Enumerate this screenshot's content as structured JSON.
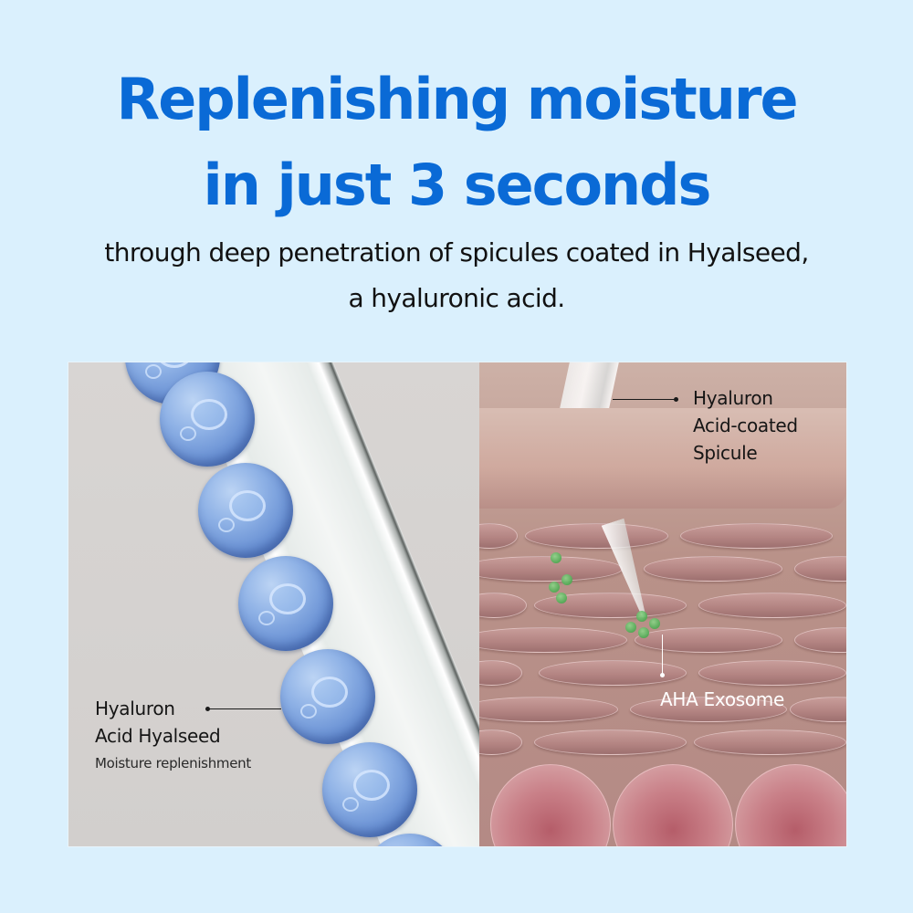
{
  "headline": {
    "line1": "Replenishing moisture",
    "line2": "in just 3 seconds",
    "color": "#0a6ad6"
  },
  "subheadline": {
    "line1": "through deep penetration of spicules coated in Hyalseed,",
    "line2": "a hyaluronic acid."
  },
  "figure": {
    "left_panel": {
      "label_title_line1": "Hyaluron",
      "label_title_line2": "Acid Hyalseed",
      "label_description": "Moisture replenishment",
      "bead_color": "#7a9fdc",
      "background_color": "#d5d2d0"
    },
    "right_panel": {
      "spicule_label_line1": "Hyaluron",
      "spicule_label_line2": "Acid-coated",
      "spicule_label_line3": "Spicule",
      "exosome_label": "AHA Exosome",
      "exosome_color": "#2f9a3a",
      "skin_color": "#b98f88"
    }
  },
  "background_color": "#daf0fd"
}
